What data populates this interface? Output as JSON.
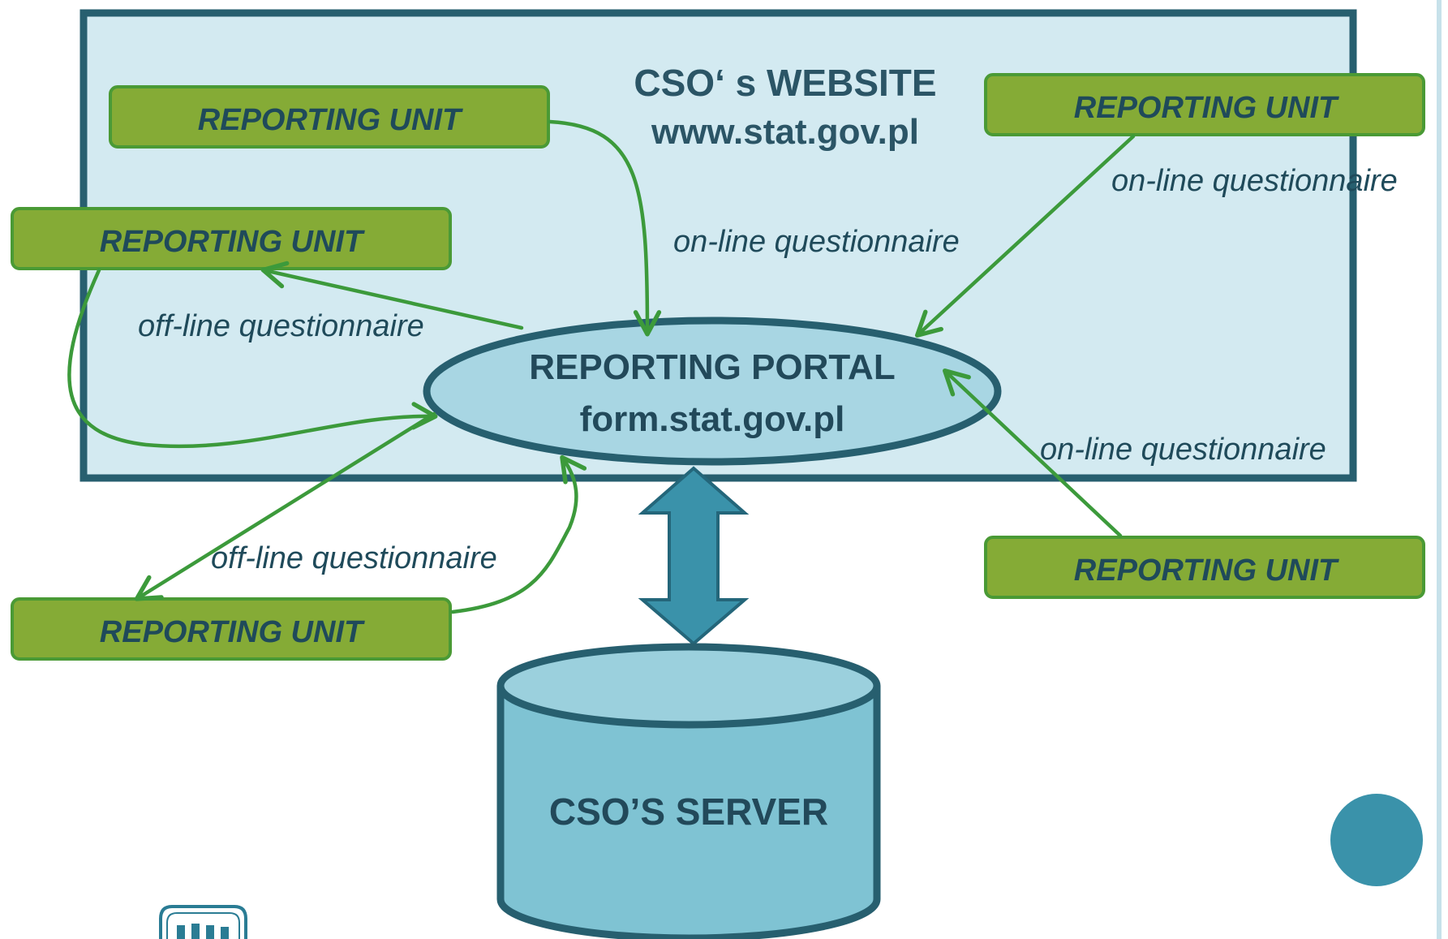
{
  "colors": {
    "website_fill": "#d3eaf1",
    "website_border": "#275f6f",
    "unit_fill": "#85ab36",
    "unit_border": "#4a9a35",
    "flow_arrow": "#3c9a3b",
    "portal_fill": "#a8d6e3",
    "server_fill": "#7fc3d3",
    "double_arrow": "#3a92aa",
    "accent_circle": "#3a92aa",
    "text": "#1f4a5a"
  },
  "website": {
    "title": "CSO‘ s WEBSITE",
    "url": "www.stat.gov.pl"
  },
  "portal": {
    "title": "REPORTING PORTAL",
    "url": "form.stat.gov.pl"
  },
  "server": {
    "label": "CSO’S SERVER"
  },
  "reporting_units": [
    {
      "id": "ru-top-left",
      "label": "REPORTING UNIT"
    },
    {
      "id": "ru-top-right",
      "label": "REPORTING UNIT"
    },
    {
      "id": "ru-mid-left",
      "label": "REPORTING UNIT"
    },
    {
      "id": "ru-bottom-left",
      "label": "REPORTING UNIT"
    },
    {
      "id": "ru-bottom-right",
      "label": "REPORTING UNIT"
    }
  ],
  "edge_labels": {
    "online_center": "on-line questionnaire",
    "online_top_right": "on-line questionnaire",
    "online_bottom_right": "on-line questionnaire",
    "offline_mid_left": "off-line questionnaire",
    "offline_bottom_left": "off-line questionnaire"
  }
}
